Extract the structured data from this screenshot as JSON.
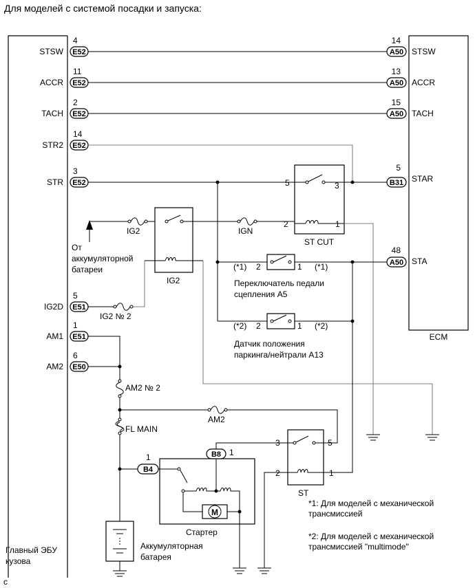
{
  "title": "Для моделей с системой посадки и запуска:",
  "body_ecu": {
    "label_line1": "Главный ЭБУ",
    "label_line2": "кузова",
    "pins": [
      {
        "name": "STSW",
        "num": "4",
        "conn": "E52"
      },
      {
        "name": "ACCR",
        "num": "11",
        "conn": "E52"
      },
      {
        "name": "TACH",
        "num": "2",
        "conn": "E52"
      },
      {
        "name": "STR2",
        "num": "14",
        "conn": "E52"
      },
      {
        "name": "STR",
        "num": "3",
        "conn": "E52"
      },
      {
        "name": "IG2D",
        "num": "5",
        "conn": "E51"
      },
      {
        "name": "AM1",
        "num": "1",
        "conn": "E51"
      },
      {
        "name": "AM2",
        "num": "6",
        "conn": "E50"
      }
    ]
  },
  "ecm": {
    "label": "ECM",
    "pins": [
      {
        "name": "STSW",
        "num": "14",
        "conn": "A50"
      },
      {
        "name": "ACCR",
        "num": "13",
        "conn": "A50"
      },
      {
        "name": "TACH",
        "num": "15",
        "conn": "A50"
      },
      {
        "name": "STAR",
        "num": "5",
        "conn": "B31"
      },
      {
        "name": "STA",
        "num": "48",
        "conn": "A50"
      }
    ]
  },
  "st_cut": {
    "label": "ST CUT",
    "pin5": "5",
    "pin3": "3",
    "pin2": "2",
    "pin1": "1"
  },
  "fuses": {
    "ig2": "IG2",
    "ign": "IGN",
    "ig2_no2": "IG2 № 2",
    "am2_no2": "AM2 № 2",
    "fl_main": "FL MAIN",
    "am2": "AM2"
  },
  "ig2_relay": {
    "label": "IG2"
  },
  "from_battery": {
    "line1": "От",
    "line2": "аккумуляторной",
    "line3": "батареи"
  },
  "clutch_switch": {
    "tag_left": "(*1)",
    "pin2": "2",
    "pin1": "1",
    "tag_right": "(*1)",
    "label_line1": "Переключатель педали",
    "label_line2": "сцепления A5"
  },
  "park_switch": {
    "tag_left": "(*2)",
    "pin2": "2",
    "pin1": "1",
    "tag_right": "(*2)",
    "label_line1": "Датчик положения",
    "label_line2": "паркинга/нейтрали A13"
  },
  "st_relay": {
    "label": "ST",
    "pin3": "3",
    "pin5": "5",
    "pin2": "2",
    "pin1": "1"
  },
  "starter": {
    "label": "Стартер",
    "conn_b8": "B8",
    "b8_pin": "1",
    "conn_b4": "B4",
    "b4_pin": "1",
    "motor": "M"
  },
  "battery": {
    "label_line1": "Аккумуляторная",
    "label_line2": "батарея"
  },
  "notes": {
    "n1_line1": "*1: Для моделей с механической",
    "n1_line2": "трансмиссией",
    "n2_line1": "*2: Для моделей с механической",
    "n2_line2": "трансмиссией \"multimode\""
  },
  "corner_code": "c"
}
